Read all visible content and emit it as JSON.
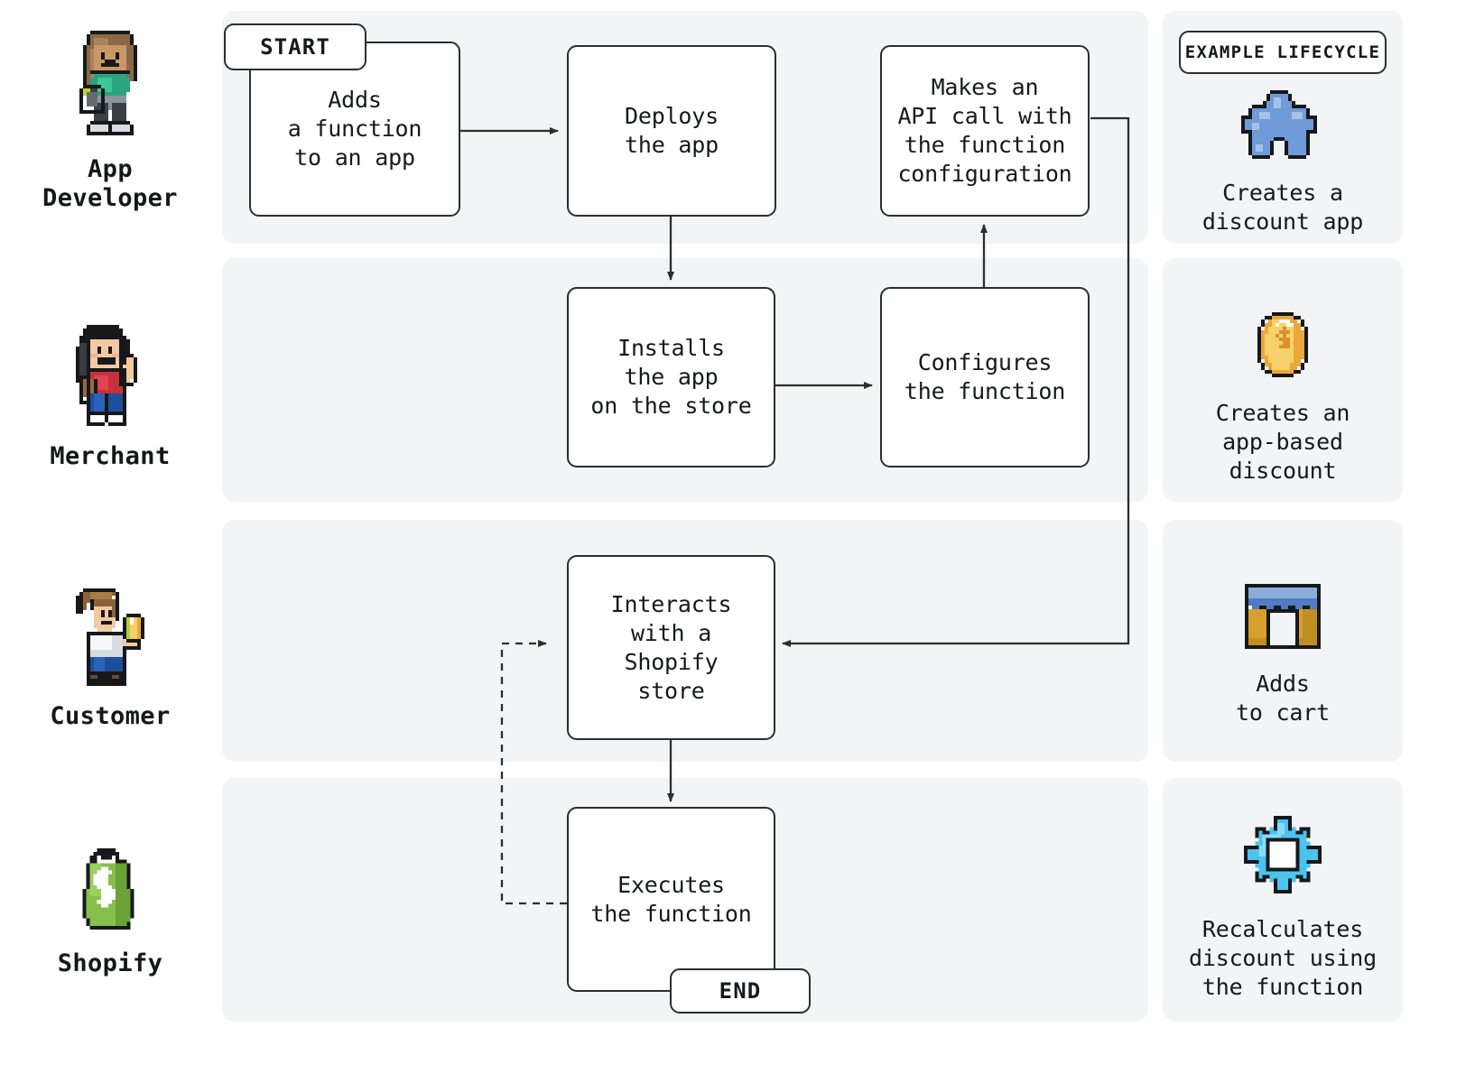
{
  "diagram": {
    "title": "Shopify Functions lifecycle swimlane diagram",
    "colors": {
      "lane_background": "#f3f4f6",
      "node_border": "#2b2e34",
      "node_fill": "#ffffff",
      "text": "#16181c",
      "page_background": "#ffffff"
    },
    "badges": {
      "start": "START",
      "end": "END",
      "example_lifecycle": "EXAMPLE LIFECYCLE"
    },
    "actors": [
      {
        "id": "app-developer",
        "label": "App\nDeveloper",
        "icon": "developer-avatar-icon"
      },
      {
        "id": "merchant",
        "label": "Merchant",
        "icon": "merchant-avatar-icon"
      },
      {
        "id": "customer",
        "label": "Customer",
        "icon": "customer-avatar-icon"
      },
      {
        "id": "shopify",
        "label": "Shopify",
        "icon": "shopify-bag-icon"
      }
    ],
    "steps": [
      {
        "id": "adds-function",
        "lane": "app-developer",
        "text": "Adds\na function\nto an app"
      },
      {
        "id": "deploys-app",
        "lane": "app-developer",
        "text": "Deploys\nthe app"
      },
      {
        "id": "makes-api-call",
        "lane": "app-developer",
        "text": "Makes an\nAPI call with\nthe function\nconfiguration"
      },
      {
        "id": "installs-app",
        "lane": "merchant",
        "text": "Installs\nthe app\non the store"
      },
      {
        "id": "configures-fn",
        "lane": "merchant",
        "text": "Configures\nthe function"
      },
      {
        "id": "interacts-store",
        "lane": "customer",
        "text": "Interacts\nwith a\nShopify\nstore"
      },
      {
        "id": "executes-fn",
        "lane": "shopify",
        "text": "Executes\nthe function"
      }
    ],
    "connections": [
      {
        "from": "adds-function",
        "to": "deploys-app",
        "style": "solid"
      },
      {
        "from": "deploys-app",
        "to": "installs-app",
        "style": "solid"
      },
      {
        "from": "installs-app",
        "to": "configures-fn",
        "style": "solid"
      },
      {
        "from": "configures-fn",
        "to": "makes-api-call",
        "style": "solid"
      },
      {
        "from": "makes-api-call",
        "to": "interacts-store",
        "style": "solid"
      },
      {
        "from": "interacts-store",
        "to": "executes-fn",
        "style": "solid"
      },
      {
        "from": "executes-fn",
        "to": "interacts-store",
        "style": "dashed"
      }
    ],
    "legend": [
      {
        "id": "creates-discount-app",
        "icon": "puzzle-piece-icon",
        "text": "Creates a\ndiscount app"
      },
      {
        "id": "creates-app-based-discount",
        "icon": "gold-coin-icon",
        "text": "Creates an\napp-based\ndiscount"
      },
      {
        "id": "adds-to-cart",
        "icon": "storefront-icon",
        "text": "Adds\nto cart"
      },
      {
        "id": "recalculates-discount",
        "icon": "gear-icon",
        "text": "Recalculates\ndiscount using\nthe function"
      }
    ]
  }
}
